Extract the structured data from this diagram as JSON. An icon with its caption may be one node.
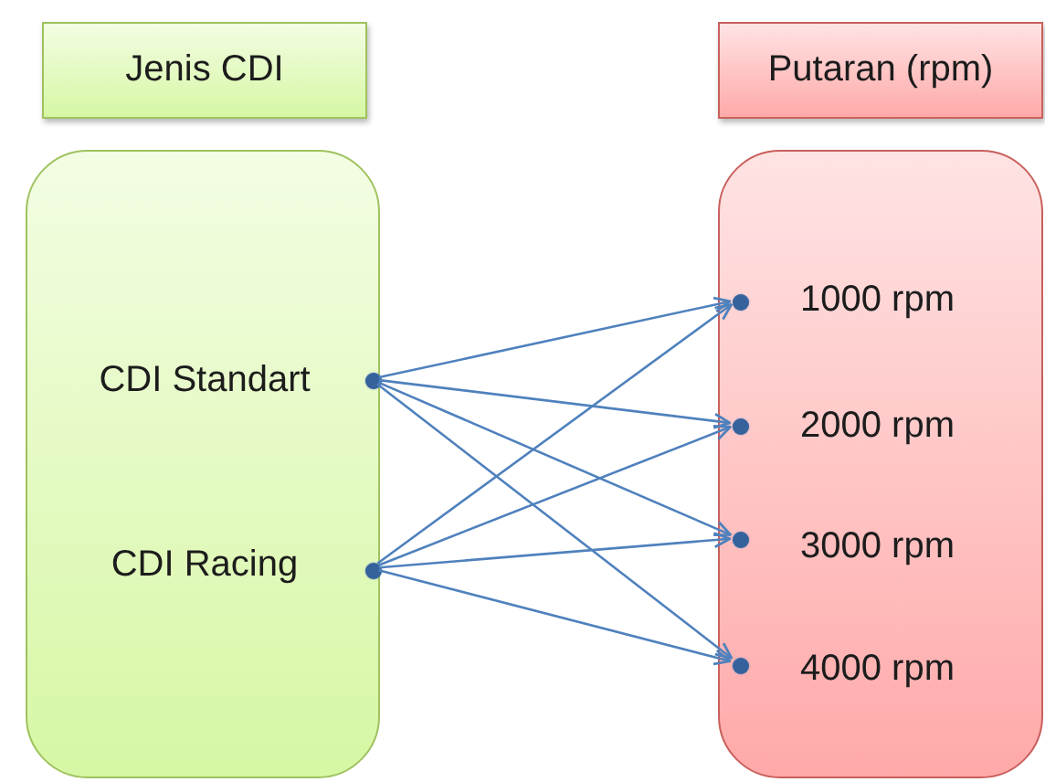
{
  "diagram": {
    "nodes": [
      {
        "text": [
          "Jenis CDI"
        ]
      },
      {
        "text": [
          "Putaran (rpm)"
        ]
      },
      {
        "text": [
          "CDI Standart",
          "CDI Racing"
        ]
      },
      {
        "text": [
          "1000 rpm",
          "2000 rpm",
          "3000 rpm",
          "4000 rpm"
        ]
      },
      {
        "text": [],
        "shape": "circle",
        "in": 2
      },
      {
        "text": [],
        "shape": "circle",
        "in": 2
      },
      {
        "text": [],
        "shape": "circle",
        "in": 3
      },
      {
        "text": [],
        "shape": "circle",
        "in": 3
      },
      {
        "text": [],
        "shape": "circle",
        "in": 3
      },
      {
        "text": [],
        "shape": "circle",
        "in": 3
      }
    ],
    "edges": [
      {
        "from": 4,
        "to": 6,
        "arrow": "to"
      },
      {
        "from": 4,
        "to": 7,
        "arrow": "to"
      },
      {
        "from": 4,
        "to": 8,
        "arrow": "to"
      },
      {
        "from": 4,
        "to": 9,
        "arrow": "to"
      },
      {
        "from": 5,
        "to": 6,
        "arrow": "to"
      },
      {
        "from": 5,
        "to": 7,
        "arrow": "to"
      },
      {
        "from": 5,
        "to": 8,
        "arrow": "to"
      },
      {
        "from": 5,
        "to": 9,
        "arrow": "to"
      }
    ]
  }
}
